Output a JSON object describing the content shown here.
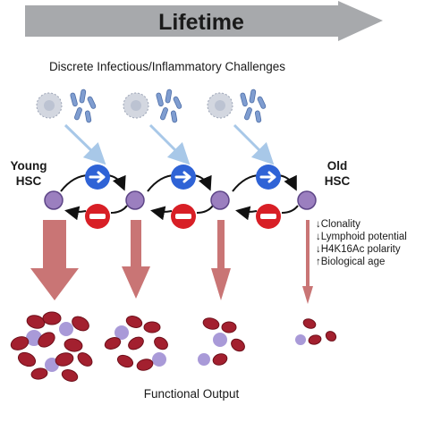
{
  "title": "Lifetime",
  "challenges_label": "Discrete Infectious/Inflammatory Challenges",
  "young_label_1": "Young",
  "young_label_2": "HSC",
  "old_label_1": "Old",
  "old_label_2": "HSC",
  "changes": [
    {
      "arrow": "↓",
      "text": "Clonality"
    },
    {
      "arrow": "↓",
      "text": "Lymphoid potential"
    },
    {
      "arrow": "↓",
      "text": "H4K16Ac polarity"
    },
    {
      "arrow": "↑",
      "text": "Biological age"
    }
  ],
  "footer": "Functional Output",
  "colors": {
    "timeline_arrow": "#a7a9ac",
    "hsc_purple": "#9b7fbf",
    "activation_blue": "#2f63d6",
    "inhibition_red": "#d81f26",
    "output_arrow": "#c97575",
    "rbc": "#a3202f",
    "wbc": "#a99ad8",
    "infection_arrow": "#a8c8e8",
    "pathogen_blue": "#7f9dd0"
  }
}
